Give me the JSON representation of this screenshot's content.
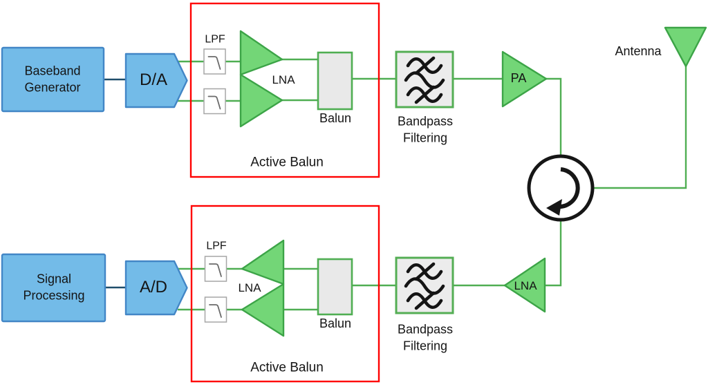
{
  "diagram": {
    "title_hidden": "",
    "antenna_label": "Antenna",
    "tx": {
      "source": "Baseband\nGenerator",
      "converter": "D/A",
      "active_balun": {
        "title": "Active Balun",
        "lpf": "LPF",
        "lna": "LNA",
        "balun": "Balun"
      },
      "bandpass": "Bandpass\nFiltering",
      "amplifier": "PA"
    },
    "rx": {
      "sink": "Signal\nProcessing",
      "converter": "A/D",
      "active_balun": {
        "title": "Active Balun",
        "lpf": "LPF",
        "lna": "LNA",
        "balun": "Balun"
      },
      "bandpass": "Bandpass\nFiltering",
      "amplifier": "LNA"
    },
    "icons": {
      "bandpass_box_icon": "bandpass-waves-icon",
      "lpf_box_icon": "lowpass-response-icon",
      "circulator": "circulator-arrow-icon",
      "antenna": "antenna-triangle-icon"
    },
    "colors": {
      "blue_fill": "#73BBE8",
      "blue_border": "#4286C6",
      "connector_blue": "#1F4E6B",
      "green_fill": "#73D677",
      "green_border": "#3CA447",
      "green_line": "#4FAE52",
      "red_border": "#FF0000",
      "gray_fill": "#E9E9E9",
      "icon_black": "#141414"
    }
  }
}
